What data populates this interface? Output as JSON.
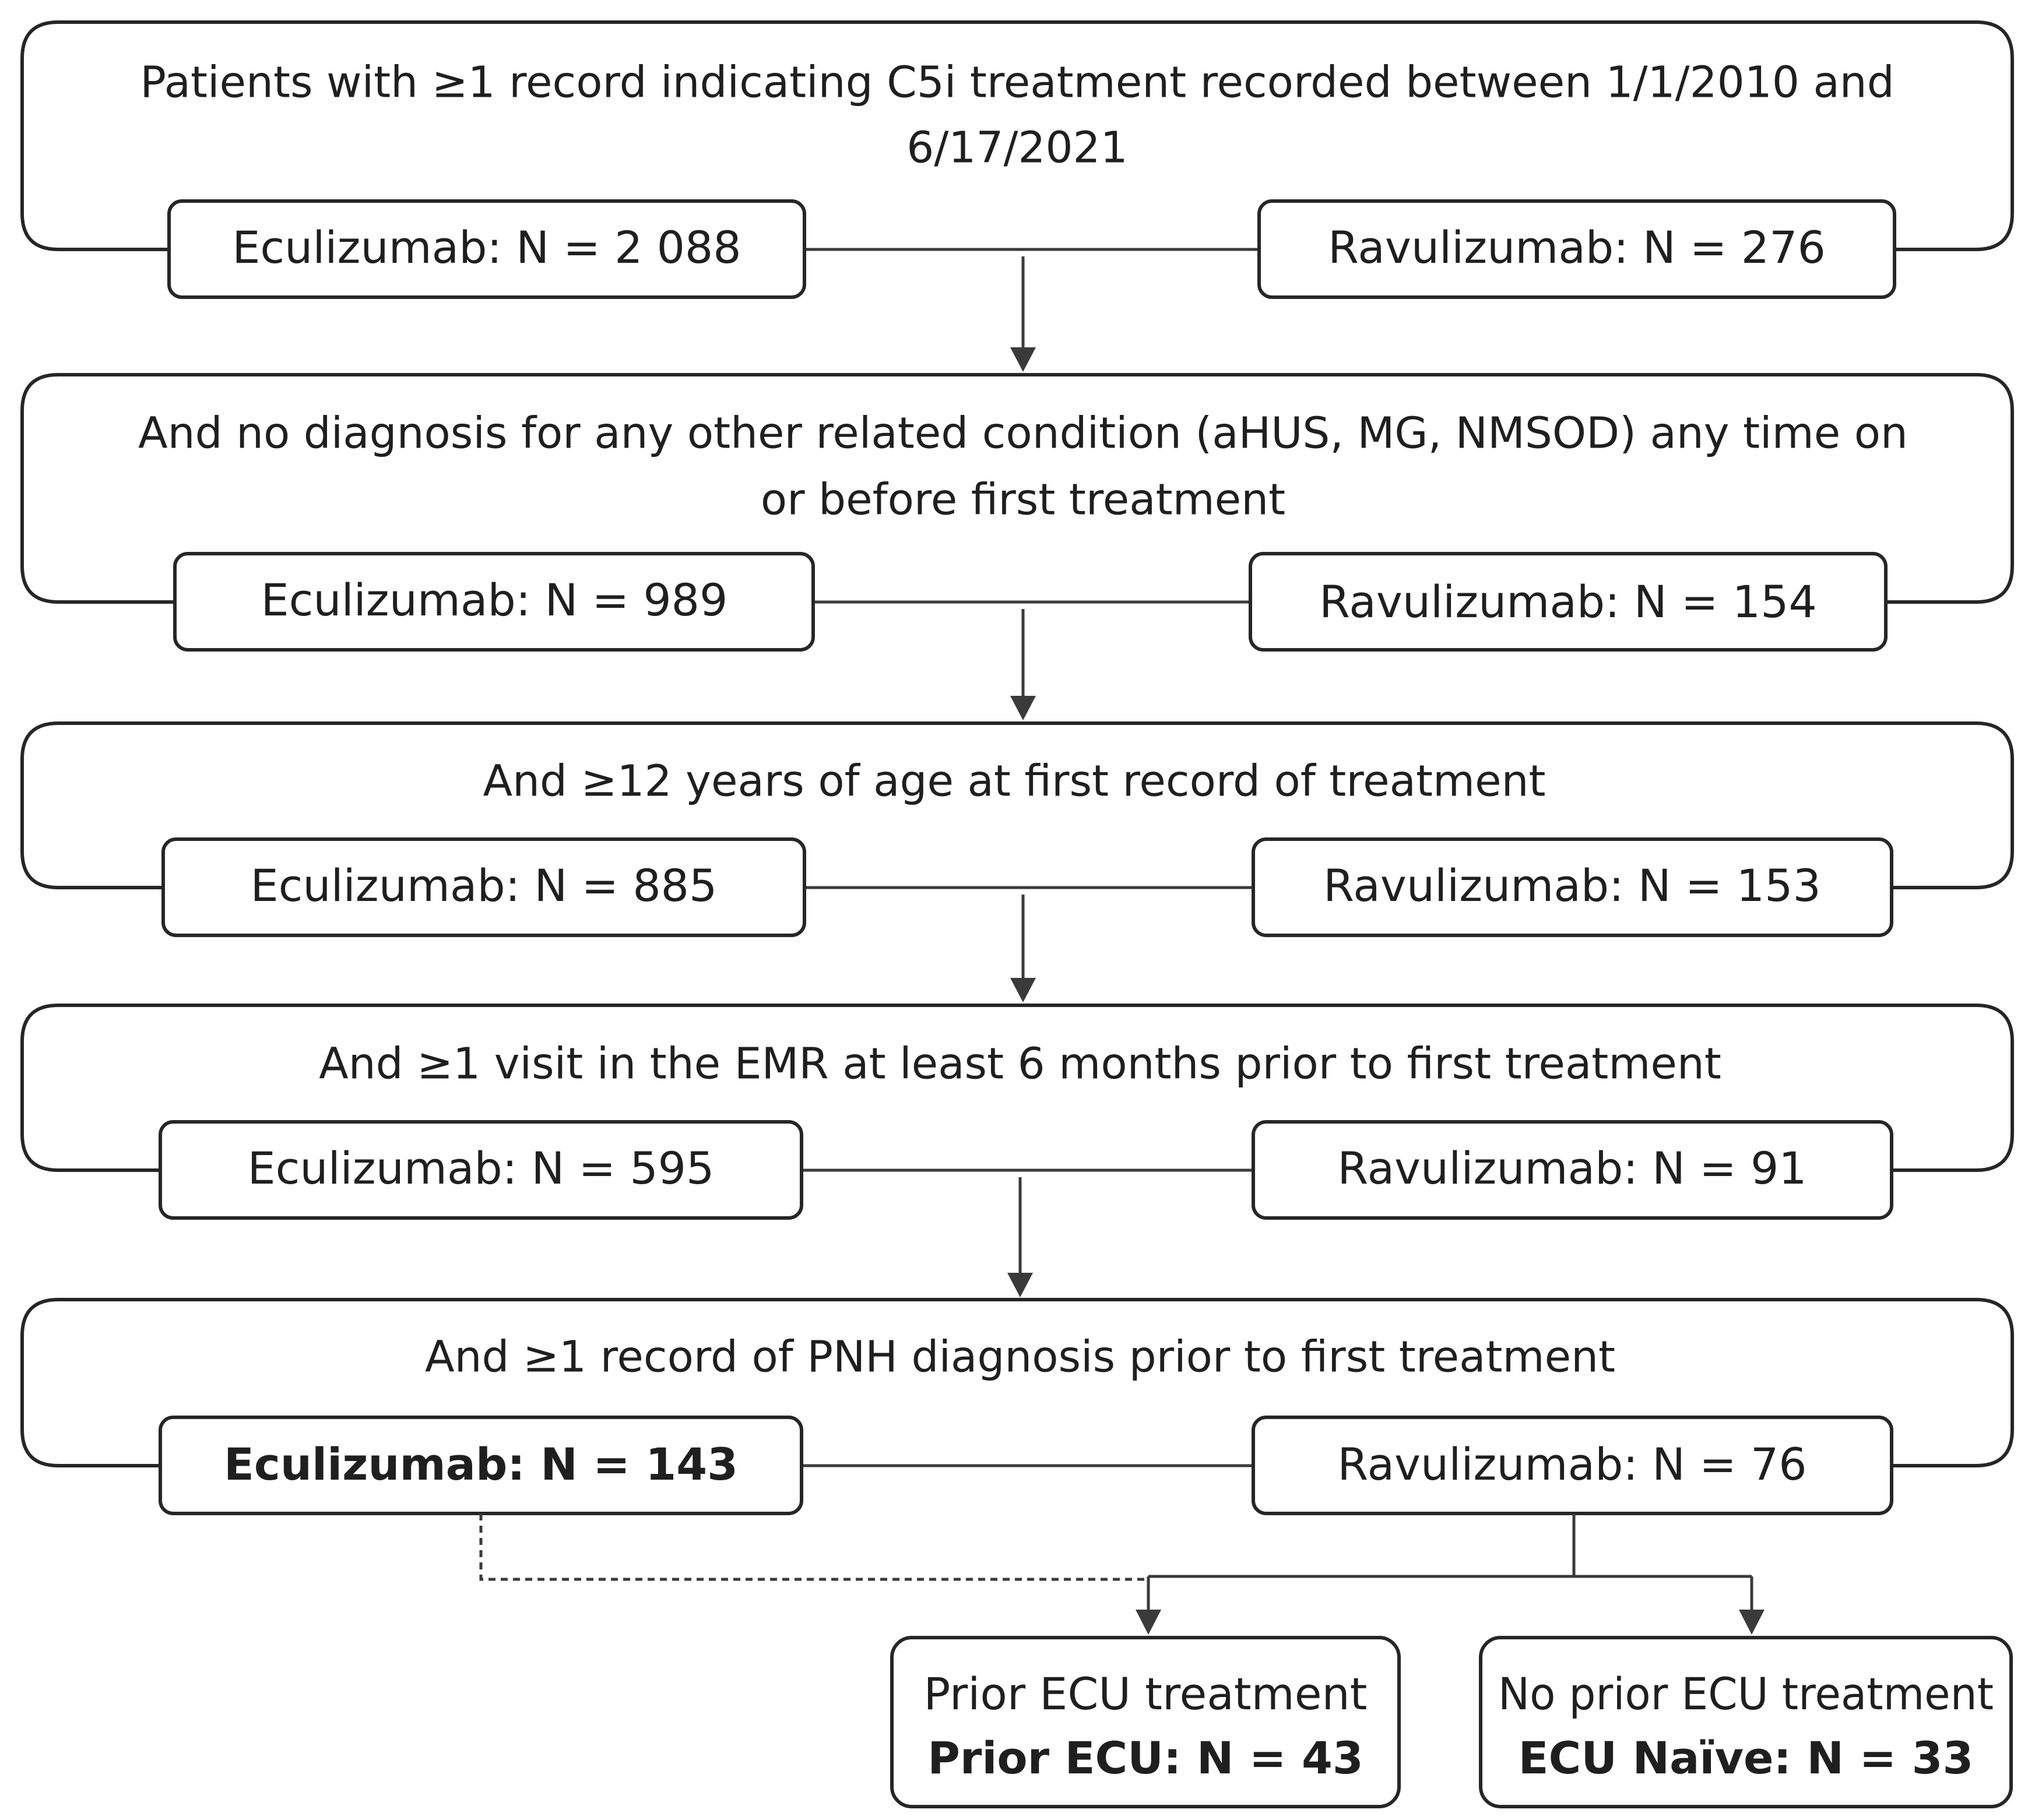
{
  "steps": [
    {
      "criterion_lines": [
        "Patients with ≥1 record indicating C5i treatment recorded between 1/1/2010 and",
        "6/17/2021"
      ],
      "eculizumab": "Eculizumab: N = 2 088",
      "ravulizumab": "Ravulizumab: N = 276"
    },
    {
      "criterion_lines": [
        "And no diagnosis for any other related condition (aHUS, MG, NMSOD) any time on",
        "or before first treatment"
      ],
      "eculizumab": "Eculizumab: N = 989",
      "ravulizumab": "Ravulizumab: N = 154"
    },
    {
      "criterion_lines": [
        "And ≥12 years of age at first record of treatment"
      ],
      "eculizumab": "Eculizumab: N = 885",
      "ravulizumab": "Ravulizumab: N = 153"
    },
    {
      "criterion_lines": [
        "And ≥1 visit in the EMR at least 6 months prior to first  treatment"
      ],
      "eculizumab": "Eculizumab: N = 595",
      "ravulizumab": "Ravulizumab: N = 91"
    },
    {
      "criterion_lines": [
        "And ≥1 record of PNH diagnosis prior to first treatment"
      ],
      "eculizumab": "Eculizumab:  N = 143",
      "ravulizumab": "Ravulizumab: N = 76"
    }
  ],
  "subgroups": {
    "prior": {
      "title": "Prior ECU treatment",
      "count": "Prior ECU: N = 43"
    },
    "naive": {
      "title": "No prior ECU treatment",
      "count": "ECU Naïve: N = 33"
    }
  }
}
